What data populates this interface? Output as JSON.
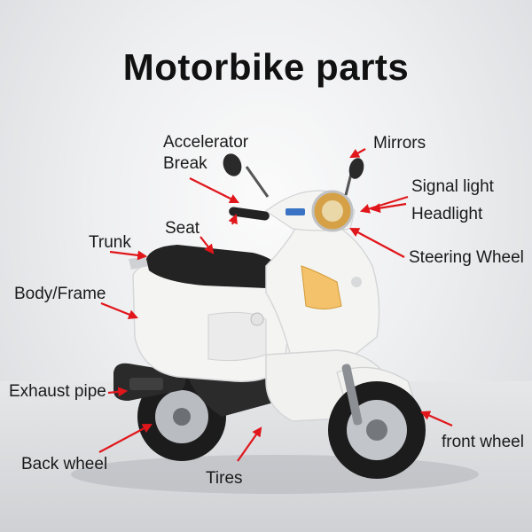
{
  "title": "Motorbike parts",
  "labels": {
    "accelerator": "Accelerator",
    "break": "Break",
    "mirrors": "Mirrors",
    "signal_light": "Signal light",
    "headlight": "Headlight",
    "seat": "Seat",
    "trunk": "Trunk",
    "steering_wheel": "Steering Wheel",
    "body_frame": "Body/Frame",
    "exhaust_pipe": "Exhaust pipe",
    "front_wheel": "front wheel",
    "back_wheel": "Back wheel",
    "tires": "Tires"
  },
  "colors": {
    "arrow": "#e0161b",
    "scooter_body": "#f3f3f1",
    "seat": "#222222",
    "tire": "#1c1c1c"
  }
}
